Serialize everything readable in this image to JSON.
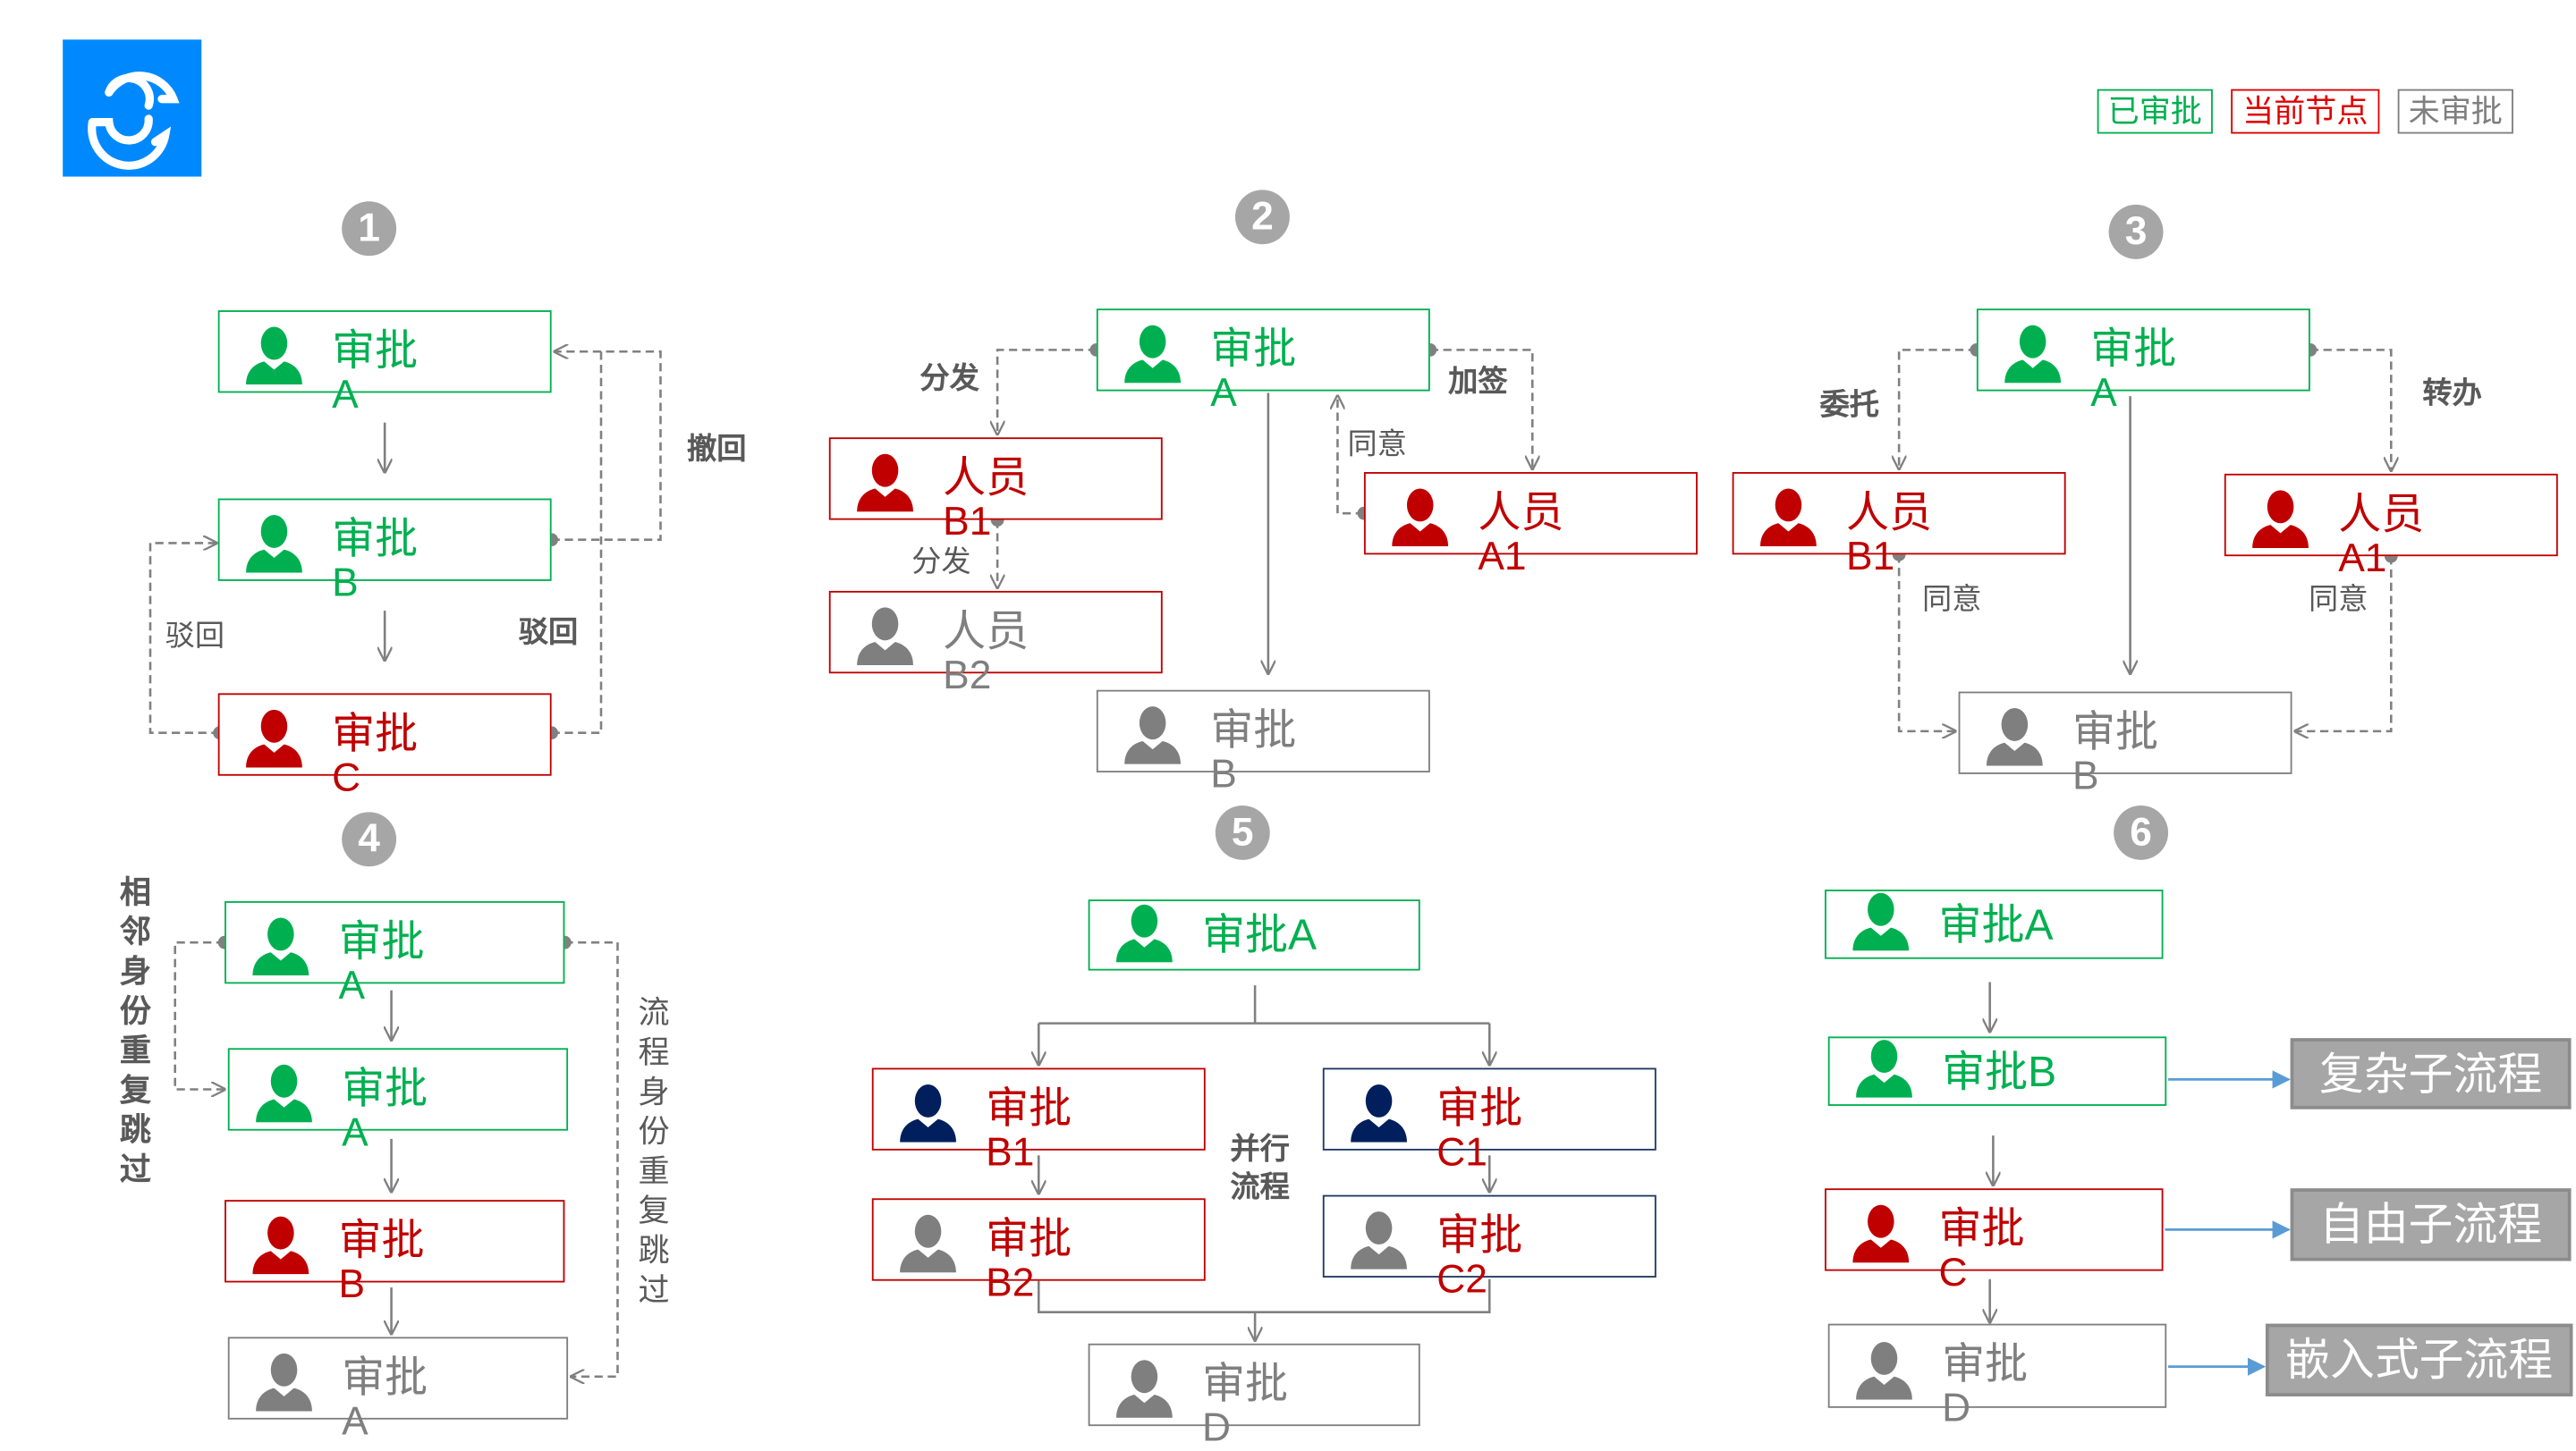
{
  "legend": [
    {
      "label": "已审批",
      "color": "#00b050"
    },
    {
      "label": "当前节点",
      "color": "#e00000"
    },
    {
      "label": "未审批",
      "color": "#7f7f7f"
    }
  ],
  "section_numbers": [
    "1",
    "2",
    "3",
    "4",
    "5",
    "6"
  ],
  "colors": {
    "approved": "#00b050",
    "current": "#c00000",
    "pending": "#7f7f7f",
    "parallel": "#1f3864",
    "link": "#5b9bd5"
  },
  "boxes": {
    "s1a": {
      "title": "审批",
      "sub": "A"
    },
    "s1b": {
      "title": "审批",
      "sub": "B"
    },
    "s1c": {
      "title": "审批",
      "sub": "C"
    },
    "s2a": {
      "title": "审批",
      "sub": "A"
    },
    "s2b1": {
      "title": "人员",
      "sub": "B1"
    },
    "s2b2": {
      "title": "人员",
      "sub": "B2"
    },
    "s2a1": {
      "title": "人员",
      "sub": "A1"
    },
    "s2b": {
      "title": "审批",
      "sub": "B"
    },
    "s3a": {
      "title": "审批",
      "sub": "A"
    },
    "s3b1": {
      "title": "人员",
      "sub": "B1"
    },
    "s3a1": {
      "title": "人员",
      "sub": "A1"
    },
    "s3b": {
      "title": "审批",
      "sub": "B"
    },
    "s4a1": {
      "title": "审批",
      "sub": "A"
    },
    "s4a2": {
      "title": "审批",
      "sub": "A"
    },
    "s4b": {
      "title": "审批",
      "sub": "B"
    },
    "s4a3": {
      "title": "审批",
      "sub": "A"
    },
    "s5a": {
      "title": "审批A",
      "sub": ""
    },
    "s5b1": {
      "title": "审批",
      "sub": "B1"
    },
    "s5c1": {
      "title": "审批",
      "sub": "C1"
    },
    "s5b2": {
      "title": "审批",
      "sub": "B2"
    },
    "s5c2": {
      "title": "审批",
      "sub": "C2"
    },
    "s5d": {
      "title": "审批",
      "sub": "D"
    },
    "s6a": {
      "title": "审批A",
      "sub": ""
    },
    "s6b": {
      "title": "审批B",
      "sub": ""
    },
    "s6c": {
      "title": "审批",
      "sub": "C"
    },
    "s6d": {
      "title": "审批",
      "sub": "D"
    }
  },
  "subprocesses": [
    "复杂子流程",
    "自由子流程",
    "嵌入式子流程"
  ],
  "edge_labels": {
    "withdraw": "撤回",
    "reject_right": "驳回",
    "reject_left": "驳回",
    "distribute": "分发",
    "distribute2": "分发",
    "add_sign": "加签",
    "agree_2": "同意",
    "entrust": "委托",
    "transfer": "转办",
    "agree_3a": "同意",
    "agree_3b": "同意",
    "parallel": "并行流程",
    "skip_adjacent": "相邻身份重复跳过",
    "skip_process": "流程身份重复跳过"
  }
}
